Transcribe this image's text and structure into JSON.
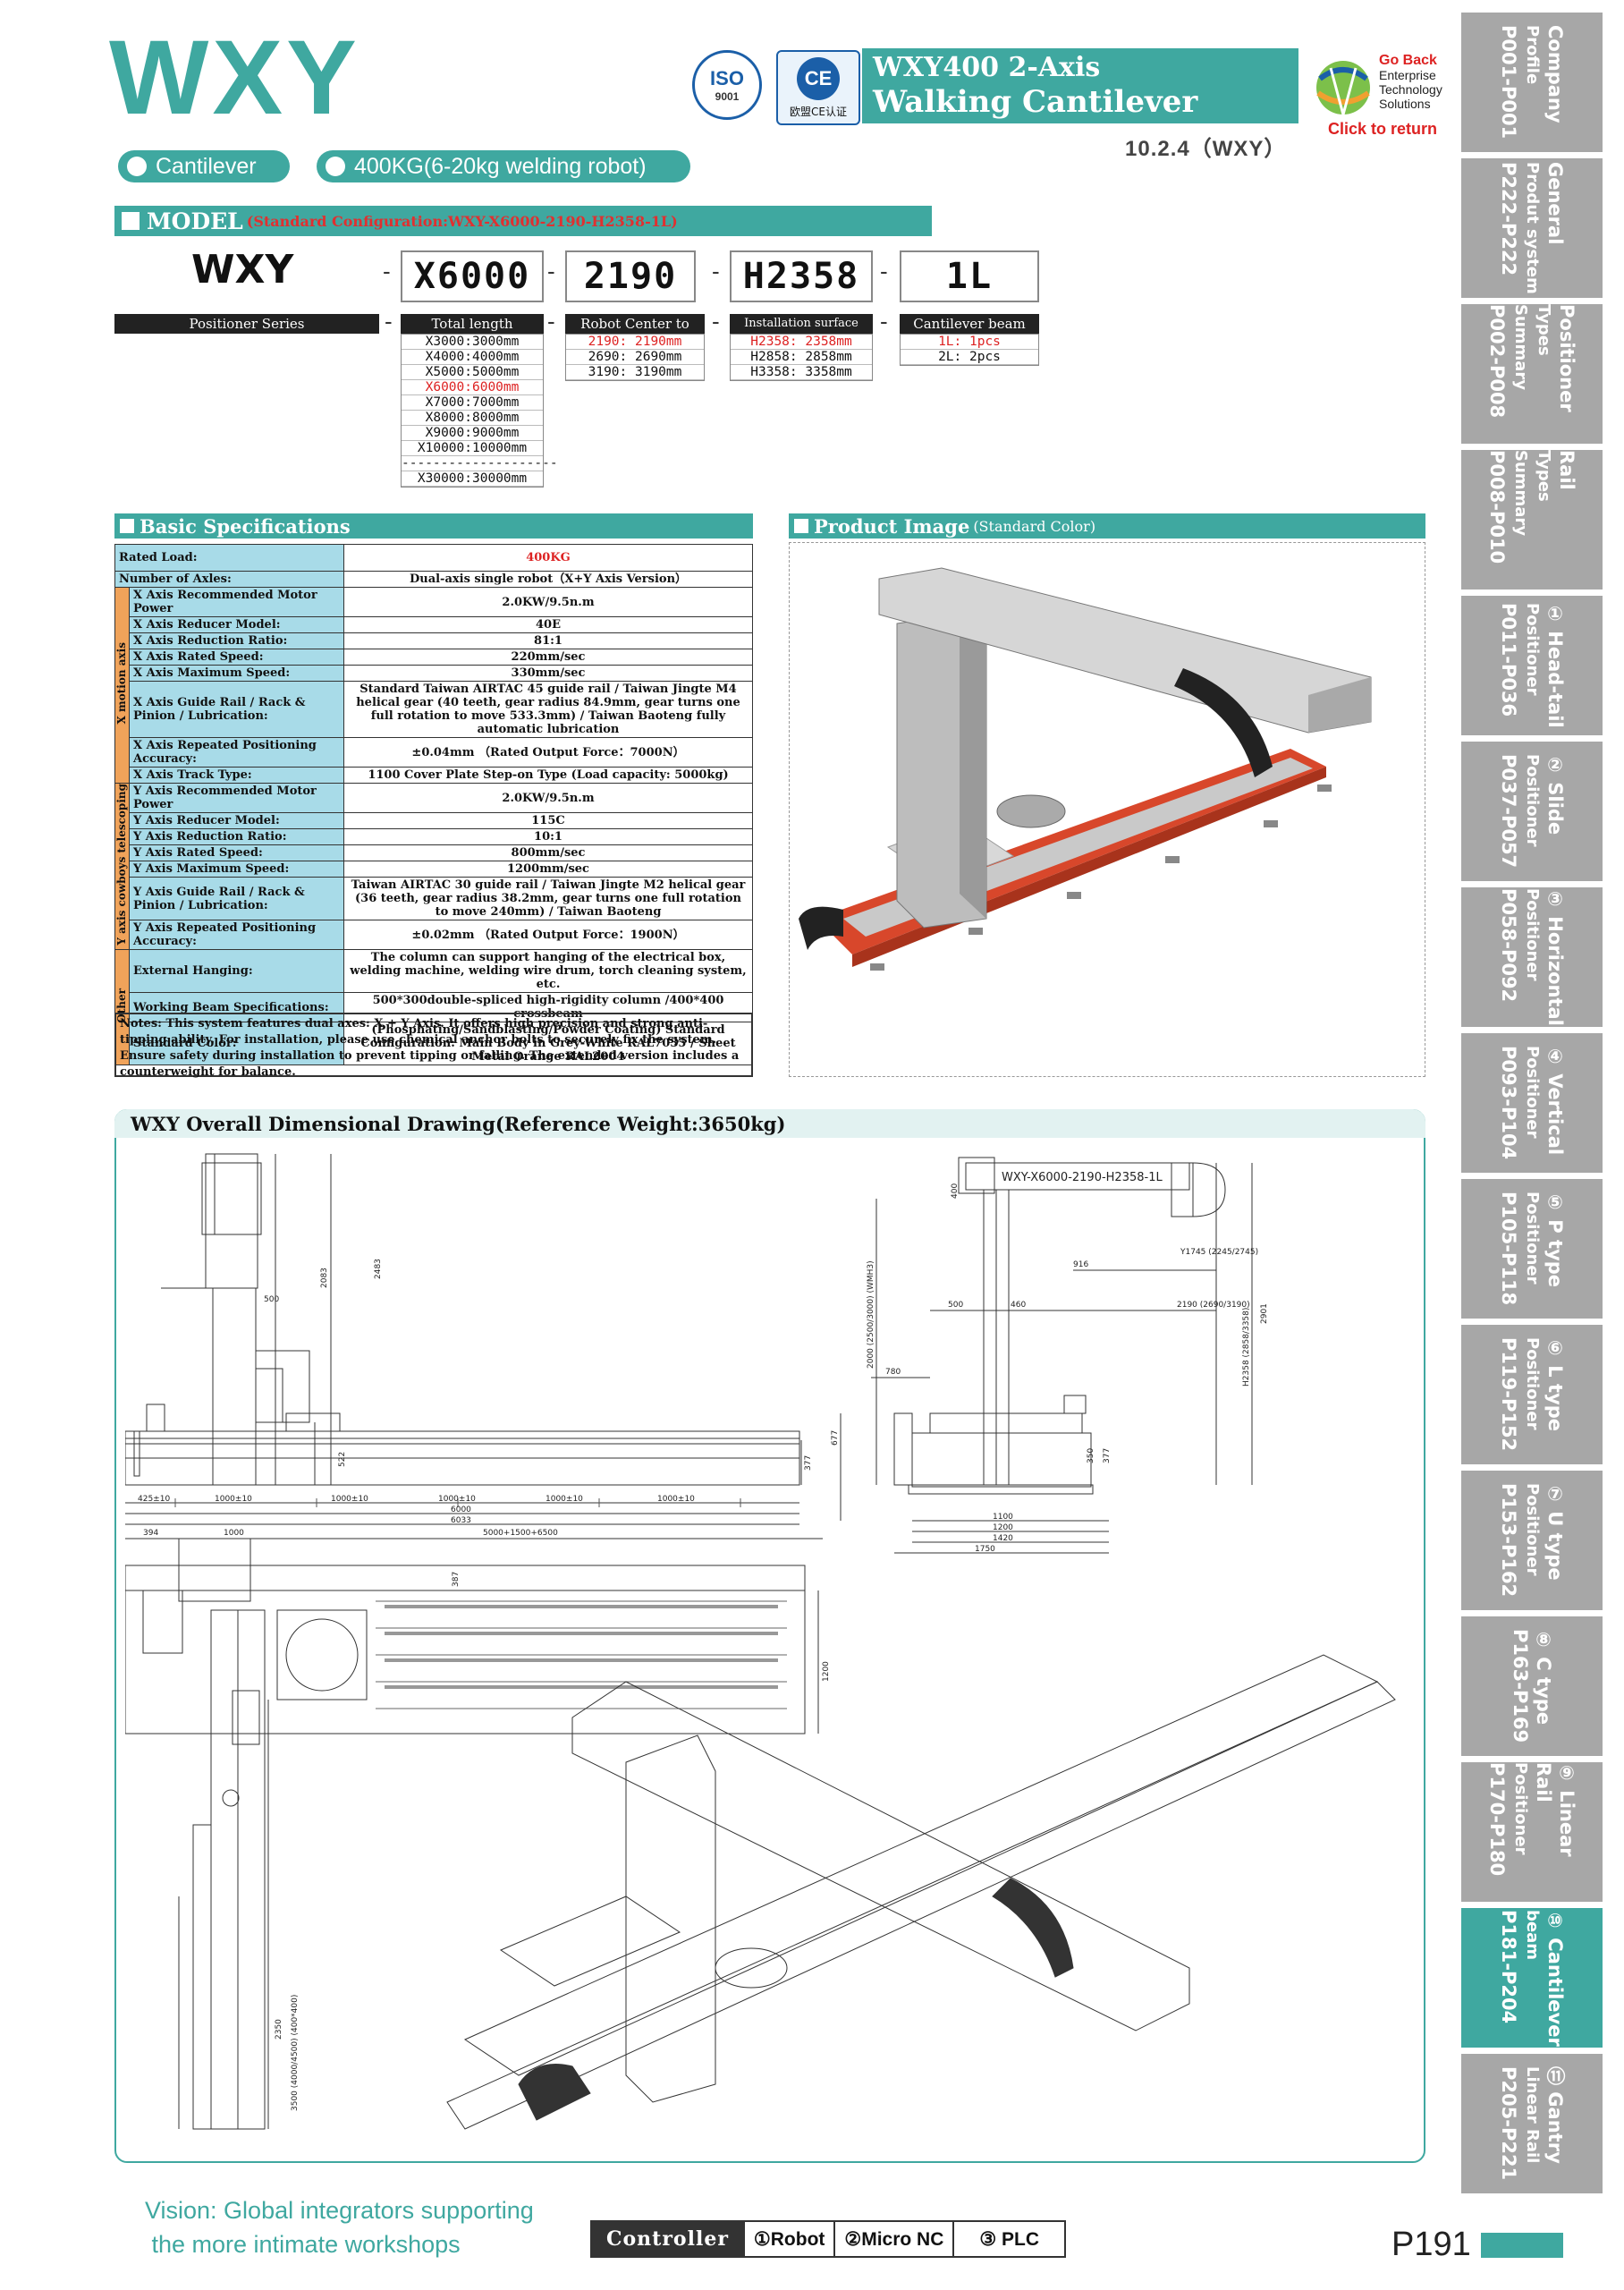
{
  "header": {
    "brand": "WXY",
    "iso_label": "ISO",
    "iso_num": "9001",
    "ce_label": "CE",
    "ce_caption": "欧盟CE认证",
    "title_line1": "WXY400  2-Axis",
    "title_line2": "Walking Cantilever beam",
    "subtitle": "10.2.4（WXY）",
    "goback": "Go Back",
    "goback_lines": [
      "Enterprise",
      "Technology",
      "Solutions"
    ],
    "click_return": "Click to return"
  },
  "pills": [
    "Cantilever",
    "400KG(6-20kg welding robot)"
  ],
  "model": {
    "heading": "MODEL",
    "config": "(Standard Configuration:WXY-X6000-2190-H2358-1L)",
    "series": "WXY",
    "codes": [
      "X6000",
      "2190",
      "H2358",
      "1L"
    ],
    "series_header": "Positioner Series",
    "columns": [
      {
        "header": "Total length",
        "options": [
          "X3000:3000mm",
          "X4000:4000mm",
          "X5000:5000mm",
          "X6000:6000mm",
          "X7000:7000mm",
          "X8000:8000mm",
          "X9000:9000mm",
          "X10000:10000mm",
          "--------------------",
          "X30000:30000mm"
        ],
        "selected": 3
      },
      {
        "header": "Robot Center to base",
        "options": [
          "2190: 2190mm",
          "2690: 2690mm",
          "3190: 3190mm"
        ],
        "selected": 0
      },
      {
        "header": "Installation surface height",
        "options": [
          "H2358: 2358mm",
          "H2858: 2858mm",
          "H3358: 3358mm"
        ],
        "selected": 0
      },
      {
        "header": "Cantilever beam No.",
        "options": [
          "1L: 1pcs",
          "2L: 2pcs"
        ],
        "selected": 0
      }
    ]
  },
  "specs": {
    "heading": "Basic Specifications",
    "rows": [
      {
        "label": "Rated Load:",
        "value": "400KG",
        "red": true
      },
      {
        "label": "Number of Axles:",
        "value": "Dual-axis single robot（X+Y Axis Version）"
      },
      {
        "group": "X motion axis",
        "label": "X Axis Recommended Motor Power",
        "value": "2.0KW/9.5n.m"
      },
      {
        "label": "X Axis Reducer Model:",
        "value": "40E"
      },
      {
        "label": "X Axis Reduction Ratio:",
        "value": "81:1"
      },
      {
        "label": "X Axis Rated Speed:",
        "value": "220mm/sec"
      },
      {
        "label": "X Axis Maximum Speed:",
        "value": "330mm/sec"
      },
      {
        "label": "X Axis Guide Rail / Rack & Pinion / Lubrication:",
        "value": "Standard Taiwan AIRTAC 45 guide rail / Taiwan Jingte M4 helical gear (40 teeth, gear radius 84.9mm, gear turns one full rotation to move 533.3mm) / Taiwan Baoteng fully automatic lubrication"
      },
      {
        "label": "X Axis Repeated Positioning Accuracy:",
        "value": "±0.04mm （Rated Output Force：7000N）"
      },
      {
        "label": "X Axis Track Type:",
        "value": "1100 Cover Plate Step-on Type (Load capacity: 5000kg)"
      },
      {
        "group": "Y axis cowboys telescoping",
        "label": "Y Axis Recommended Motor Power",
        "value": "2.0KW/9.5n.m"
      },
      {
        "label": "Y Axis Reducer Model:",
        "value": "115C"
      },
      {
        "label": "Y Axis Reduction Ratio:",
        "value": "10:1"
      },
      {
        "label": "Y Axis Rated Speed:",
        "value": "800mm/sec"
      },
      {
        "label": "Y Axis Maximum Speed:",
        "value": "1200mm/sec"
      },
      {
        "label": "Y Axis Guide Rail / Rack & Pinion / Lubrication:",
        "value": "Taiwan AIRTAC 30 guide rail / Taiwan Jingte M2 helical gear (36 teeth, gear radius 38.2mm, gear turns one full rotation to move 240mm) / Taiwan Baoteng"
      },
      {
        "label": "Y Axis Repeated Positioning Accuracy:",
        "value": "±0.02mm （Rated Output Force：1900N）"
      },
      {
        "group": "Other",
        "label": "External Hanging:",
        "value": "The column can support hanging of the electrical box, welding machine, welding wire drum, torch cleaning system, etc."
      },
      {
        "label": "Working Beam Specifications:",
        "value": "500*300double-spliced high-rigidity column /400*400 crossbeam"
      },
      {
        "label": "Standard Color:",
        "value": "(Phosphating/Sandblasting/Powder Coating) Standard Configuration: Main Body in Grey-White RAL7035 / Sheet Metal Orange RAL2004"
      }
    ],
    "notes": "Notes: This system features dual axes: X + Y Axis. It offers high precision and strong anti-tipping ability. For installation, please use chemical anchor bolts to securely fix the system. Ensure safety during installation to prevent tipping or falling. The extended version includes a counterweight for balance."
  },
  "product_image": {
    "heading": "Product Image",
    "sub": "(Standard Color)"
  },
  "drawing": {
    "brand": "WXY",
    "heading": "Overall Dimensional Drawing(Reference Weight:3650kg)",
    "model_label": "WXY-X6000-2190-H2358-1L",
    "front_dims": [
      "2083",
      "2483",
      "500",
      "522",
      "377",
      "425±10",
      "1000±10",
      "1000±10",
      "1000±10",
      "1000±10",
      "1000±10",
      "6000",
      "6033"
    ],
    "side_dims": [
      "400",
      "916",
      "Y1745 (2245/2745)",
      "500",
      "460",
      "2190 (2690/3190)",
      "2000 (2500/3000) (WMH3)",
      "H2358 (2858/3358)",
      "2901",
      "780",
      "677",
      "350",
      "377",
      "1100",
      "1200",
      "1420",
      "1750"
    ],
    "top_dims": [
      "394",
      "1000",
      "5000+1500+6500",
      "387",
      "1200",
      "2350",
      "3500 (4000/4500) (400*400)"
    ]
  },
  "sidebar": [
    {
      "title": "Company",
      "sub": "Profile",
      "pages": "P001-P001"
    },
    {
      "title": "General",
      "sub": "Produt system",
      "pages": "P222-P222"
    },
    {
      "title": "Positioner",
      "sub": "Types Summary",
      "pages": "P002-P008"
    },
    {
      "title": "Rail",
      "sub": "Types Summary",
      "pages": "P008-P010"
    },
    {
      "title": "① Head-tail",
      "sub": "Positioner",
      "pages": "P011-P036"
    },
    {
      "title": "② Slide",
      "sub": "Positioner",
      "pages": "P037-P057"
    },
    {
      "title": "③ Horizontal",
      "sub": "Positioner",
      "pages": "P058-P092"
    },
    {
      "title": "④ Vertical",
      "sub": "Positioner",
      "pages": "P093-P104"
    },
    {
      "title": "⑤ P type",
      "sub": "Positioner",
      "pages": "P105-P118"
    },
    {
      "title": "⑥ L type",
      "sub": "Positioner",
      "pages": "P119-P152"
    },
    {
      "title": "⑦ U type",
      "sub": "Positioner",
      "pages": "P153-P162"
    },
    {
      "title": "⑧ C type",
      "sub": "",
      "pages": "P163-P169"
    },
    {
      "title": "⑨ Linear Rail",
      "sub": "Positioner",
      "pages": "P170-P180"
    },
    {
      "title": "⑩ Cantilever",
      "sub": "beam",
      "pages": "P181-P204"
    },
    {
      "title": "⑪ Gantry",
      "sub": "Linear Rail",
      "pages": "P205-P221"
    }
  ],
  "sidebar_active": 13,
  "footer": {
    "vision1": "Vision: Global integrators supporting",
    "vision2": " the more intimate workshops",
    "controller": "Controller",
    "items": [
      "①Robot",
      "②Micro NC",
      "③ PLC"
    ],
    "page": "P191"
  }
}
